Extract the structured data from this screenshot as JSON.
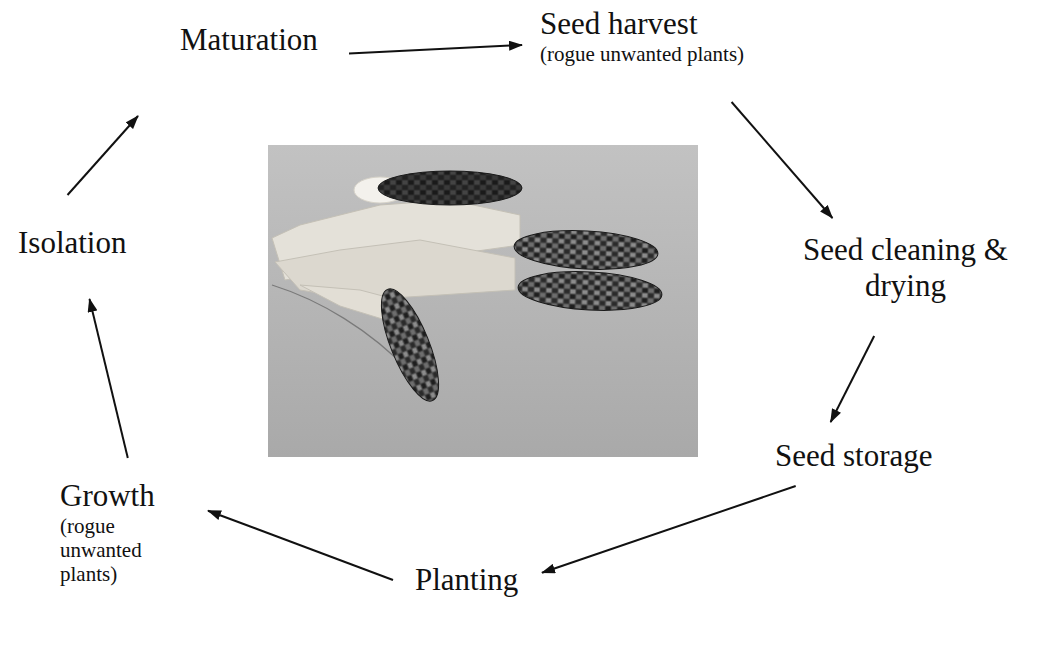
{
  "diagram": {
    "nodes": [
      {
        "text": [
          "Maturation"
        ]
      },
      {
        "text": [
          "Seed harvest",
          "(rogue unwanted plants)"
        ]
      },
      {
        "text": [
          "Isolation"
        ]
      },
      {
        "text": [
          "Seed cleaning & drying"
        ]
      },
      {
        "text": [
          "Seed storage"
        ]
      },
      {
        "text": [
          "Growth",
          "(rogue unwanted plants)"
        ]
      },
      {
        "text": [
          "Planting"
        ]
      }
    ],
    "edges": [
      {
        "from": 0,
        "to": 1,
        "arrow": "to"
      },
      {
        "from": 1,
        "to": 3,
        "arrow": "to"
      },
      {
        "from": 3,
        "to": 4,
        "arrow": "to"
      },
      {
        "from": 4,
        "to": 6,
        "arrow": "to"
      },
      {
        "from": 6,
        "to": 5,
        "arrow": "to"
      },
      {
        "from": 5,
        "to": 2,
        "arrow": "to"
      },
      {
        "from": 2,
        "to": 0,
        "arrow": "to"
      }
    ]
  }
}
